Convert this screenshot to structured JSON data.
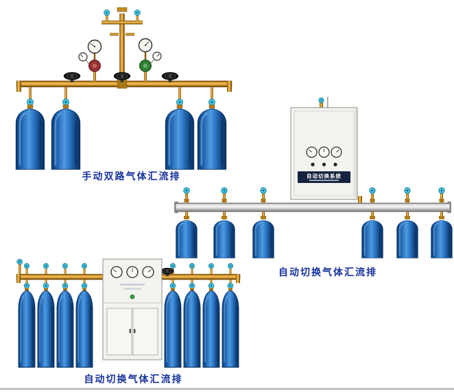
{
  "page": {
    "background": "#ffffff"
  },
  "products": [
    {
      "caption": "手动双路气体汇流排"
    },
    {
      "caption": "自动切换气体汇流排",
      "cabinet_label": "自动切换系统"
    },
    {
      "caption": "自动切换气体汇流排"
    }
  ],
  "colors": {
    "caption_text": "#17339b",
    "cylinder_blue": "#1e63b0",
    "brass_pipe": "#d99b2e",
    "valve_knob_cyan": "#49c6e2",
    "rail_silver": "#d9d9d9",
    "cabinet_body": "#f3f3ef",
    "cabinet_band": "#15233f"
  }
}
